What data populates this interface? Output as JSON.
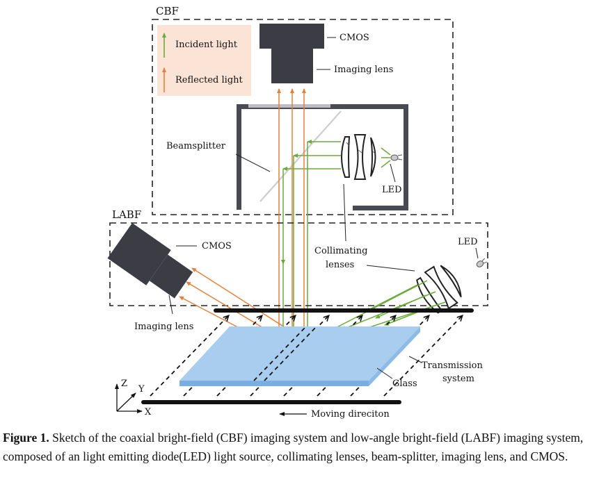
{
  "labels": {
    "cbf": "CBF",
    "labf": "LABF",
    "incident": "Incident light",
    "reflected": "Reflected light",
    "cmos_top": "CMOS",
    "imaging_lens_top": "Imaging lens",
    "beamsplitter": "Beamsplitter",
    "led_top": "LED",
    "cmos_left": "CMOS",
    "collimating_1": "Collimating",
    "collimating_2": "lenses",
    "led_right": "LED",
    "imaging_lens_left": "Imaging lens",
    "transmission_1": "Transmission",
    "transmission_2": "system",
    "glass": "Glass",
    "moving": "Moving direciton",
    "axis_z": "Z",
    "axis_y": "Y",
    "axis_x": "X"
  },
  "caption": {
    "label": "Figure 1.",
    "text": " Sketch of the coaxial bright-field (CBF) imaging system and low-angle bright-field (LABF) imaging system, composed of an light emitting diode(LED) light source, collimating lenses, beam-splitter, imaging lens, and CMOS."
  },
  "colors": {
    "incident": "#6aaa3a",
    "reflected": "#e5803a",
    "glass": "#a9cdee",
    "legend_bg": "#fbe3d6",
    "device": "#3c3c44"
  }
}
